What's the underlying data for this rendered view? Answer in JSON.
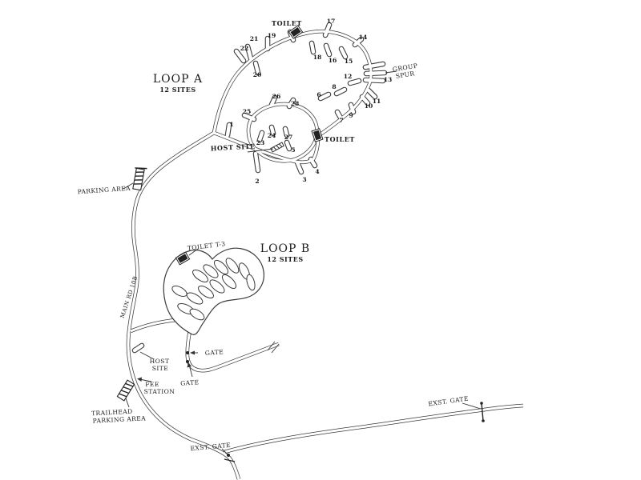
{
  "map": {
    "loop_a": {
      "title": "LOOP A",
      "sites_label": "12 SITES"
    },
    "loop_b": {
      "title": "LOOP B",
      "sites_label": "12 SITES"
    },
    "labels": {
      "toilet_top": "TOILET",
      "toilet_inner": "TOILET",
      "toilet_loop_b": "TOILET T-3",
      "group_spur_line1": "GROUP",
      "group_spur_line2": "SPUR",
      "host_site_loop_a": "HOST SITE",
      "parking_area": "PARKING AREA",
      "main_road": "MAIN RD 10B",
      "gate_upper": "GATE",
      "gate_lower": "GATE",
      "host_site_line1": "HOST",
      "host_site_line2": "SITE",
      "fee_station_line1": "FEE",
      "fee_station_line2": "STATION",
      "trailhead_line1": "TRAILHEAD",
      "trailhead_line2": "PARKING AREA",
      "exst_gate_right": "EXST. GATE",
      "exst_gate_bottom": "EXST. GATE"
    },
    "site_numbers_loop_a": [
      "17",
      "14",
      "13",
      "12",
      "11",
      "10",
      "9",
      "8",
      "7",
      "6",
      "15",
      "16",
      "18",
      "19",
      "20",
      "21",
      "22",
      "25",
      "26",
      "28",
      "23",
      "24",
      "27",
      "1",
      "5",
      "2",
      "3",
      "4"
    ],
    "colors": {
      "line": "#3b3b3b",
      "background": "#ffffff",
      "text": "#1b1b1b"
    }
  }
}
